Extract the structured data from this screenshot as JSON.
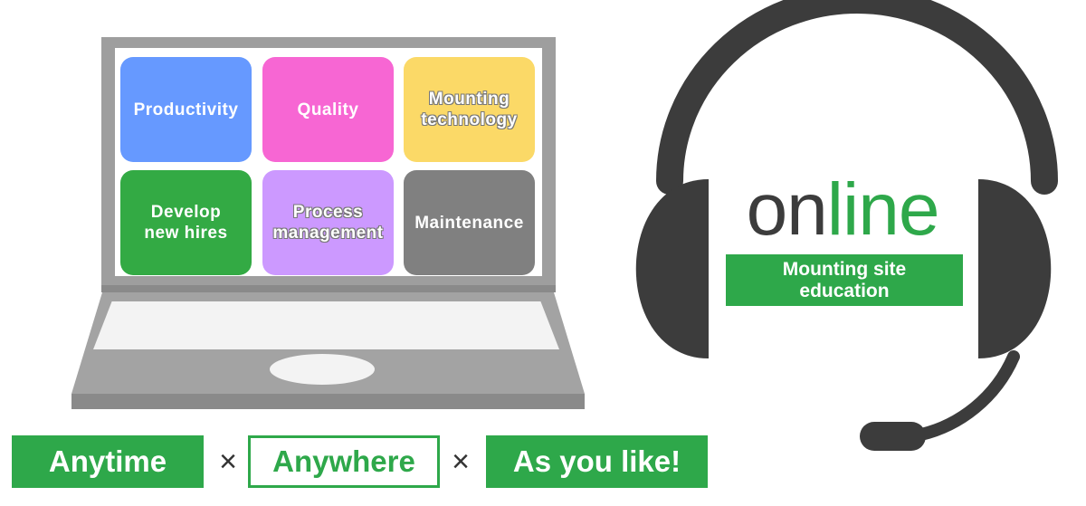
{
  "laptop": {
    "tiles": [
      {
        "label": "Productivity",
        "color": "#6699ff"
      },
      {
        "label": "Quality",
        "color": "#f766d3"
      },
      {
        "label": "Mounting\ntechnology",
        "color": "#fbd967"
      },
      {
        "label": "Develop\nnew hires",
        "color": "#33aa44"
      },
      {
        "label": "Process\nmanagement",
        "color": "#cc99ff"
      },
      {
        "label": "Maintenance",
        "color": "#808080"
      }
    ]
  },
  "headset": {
    "word_part1": "on",
    "word_part2": "line",
    "banner": "Mounting site\neducation"
  },
  "tagline": {
    "anytime": "Anytime",
    "times": "×",
    "anywhere": "Anywhere",
    "as_you_like": "As you like!"
  },
  "colors": {
    "accent_green": "#2ea84a",
    "headset_dark": "#3c3c3c",
    "laptop_gray": "#9e9e9e"
  },
  "icons": [
    "laptop-icon",
    "headset-icon",
    "microphone-icon"
  ]
}
